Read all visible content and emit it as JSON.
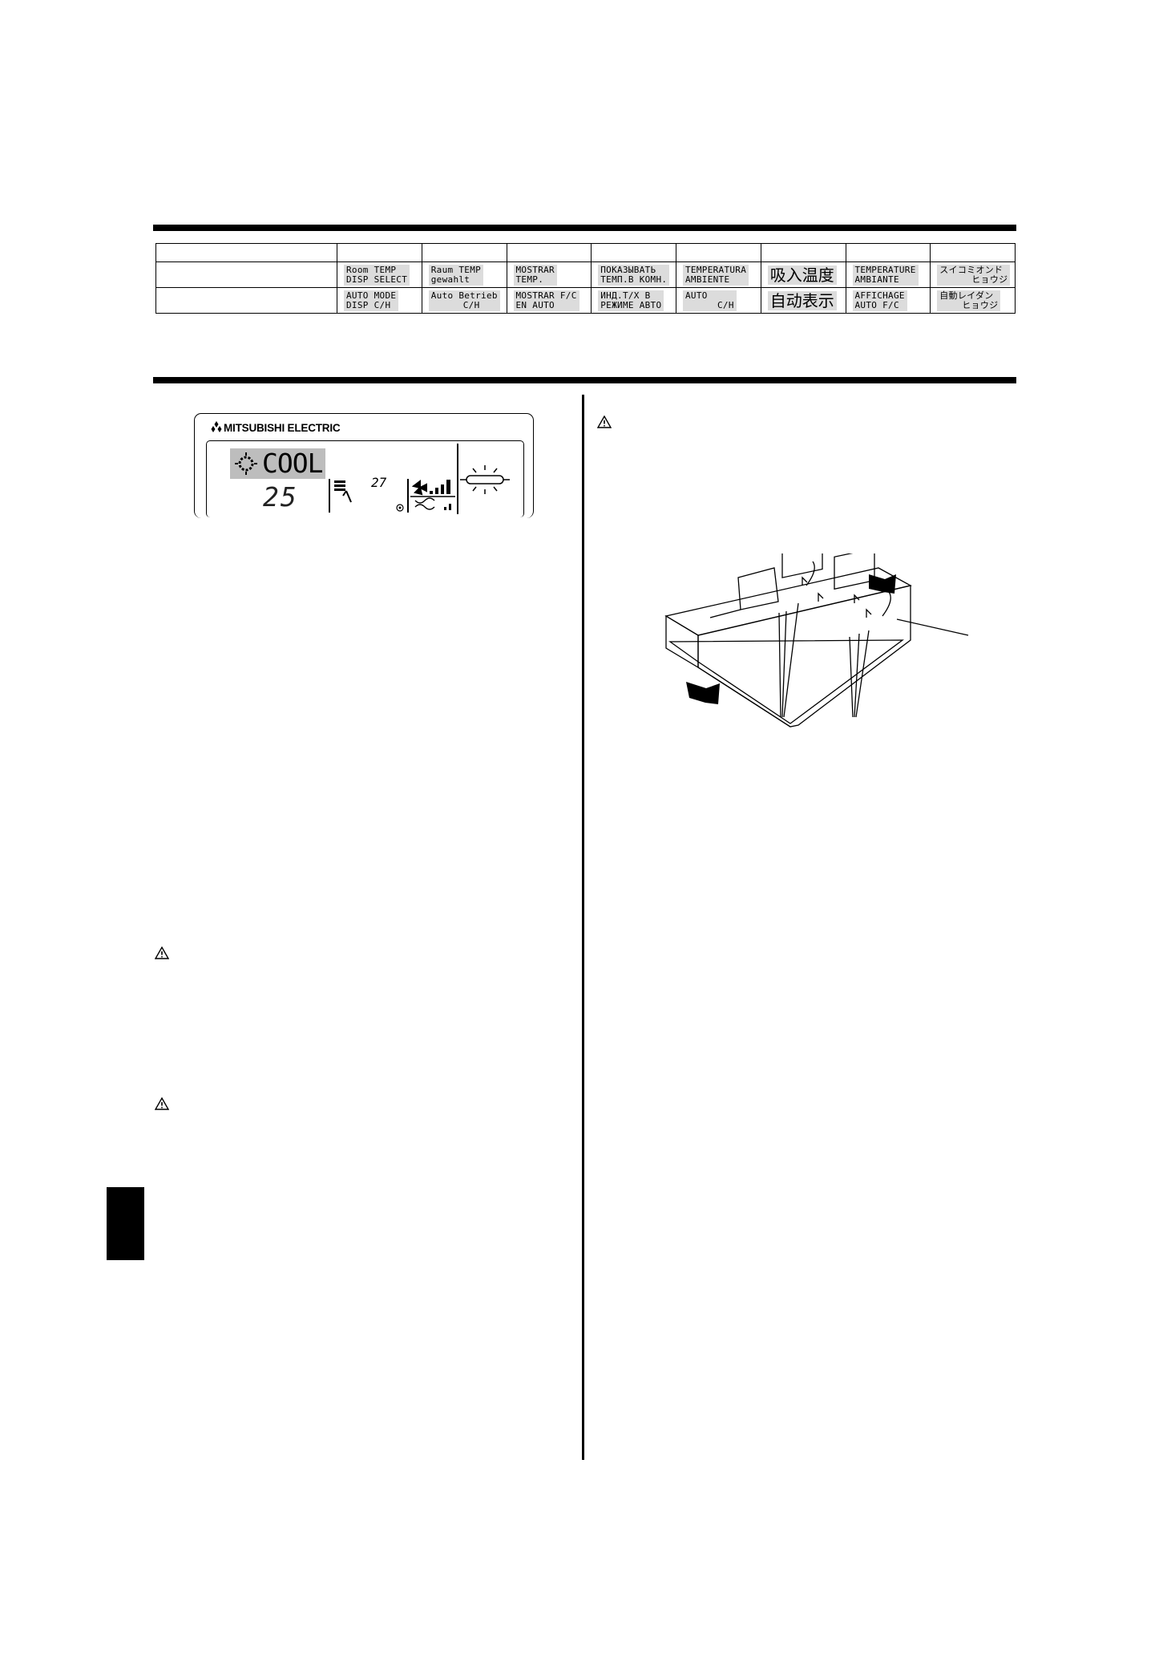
{
  "code_table": {
    "header_cells": [
      "",
      "",
      "",
      "",
      "",
      "",
      "",
      "",
      "",
      ""
    ],
    "rows": [
      {
        "label": "",
        "values": [
          [
            "Room TEMP",
            "DISP SELECT"
          ],
          [
            "Raum TEMP",
            "gewahlt"
          ],
          [
            "MOSTRAR",
            "TEMP."
          ],
          [
            "ПОКАЗЫВАТЬ",
            "ТЕМП.В КОМН."
          ],
          [
            "TEMPERATURA",
            "AMBIENTE"
          ],
          [
            "吸入温度"
          ],
          [
            "TEMPERATURE",
            "AMBIANTE"
          ],
          [
            "スイコミオンド",
            "ヒョウジ"
          ]
        ]
      },
      {
        "label": "",
        "values": [
          [
            "AUTO MODE",
            "DISP C/H"
          ],
          [
            "Auto Betrieb",
            "C/H"
          ],
          [
            "MOSTRAR F/C",
            "EN AUTO"
          ],
          [
            "ИНД.Т/Х В",
            "РЕЖИМЕ АВТО"
          ],
          [
            "AUTO",
            "C/H"
          ],
          [
            "自动表示"
          ],
          [
            "AFFICHAGE",
            "AUTO F/C"
          ],
          [
            "自動レイダン",
            "ヒョウジ"
          ]
        ]
      }
    ]
  },
  "remote_display": {
    "brand": "MITSUBISHI ELECTRIC",
    "mode": "COOL",
    "set_temp": "25",
    "room_temp": "27"
  },
  "icons": {
    "warning": "warning-triangle-icon",
    "logo": "three-diamond-logo",
    "fan": "fan-icon",
    "filter": "filter-sign-icon"
  }
}
